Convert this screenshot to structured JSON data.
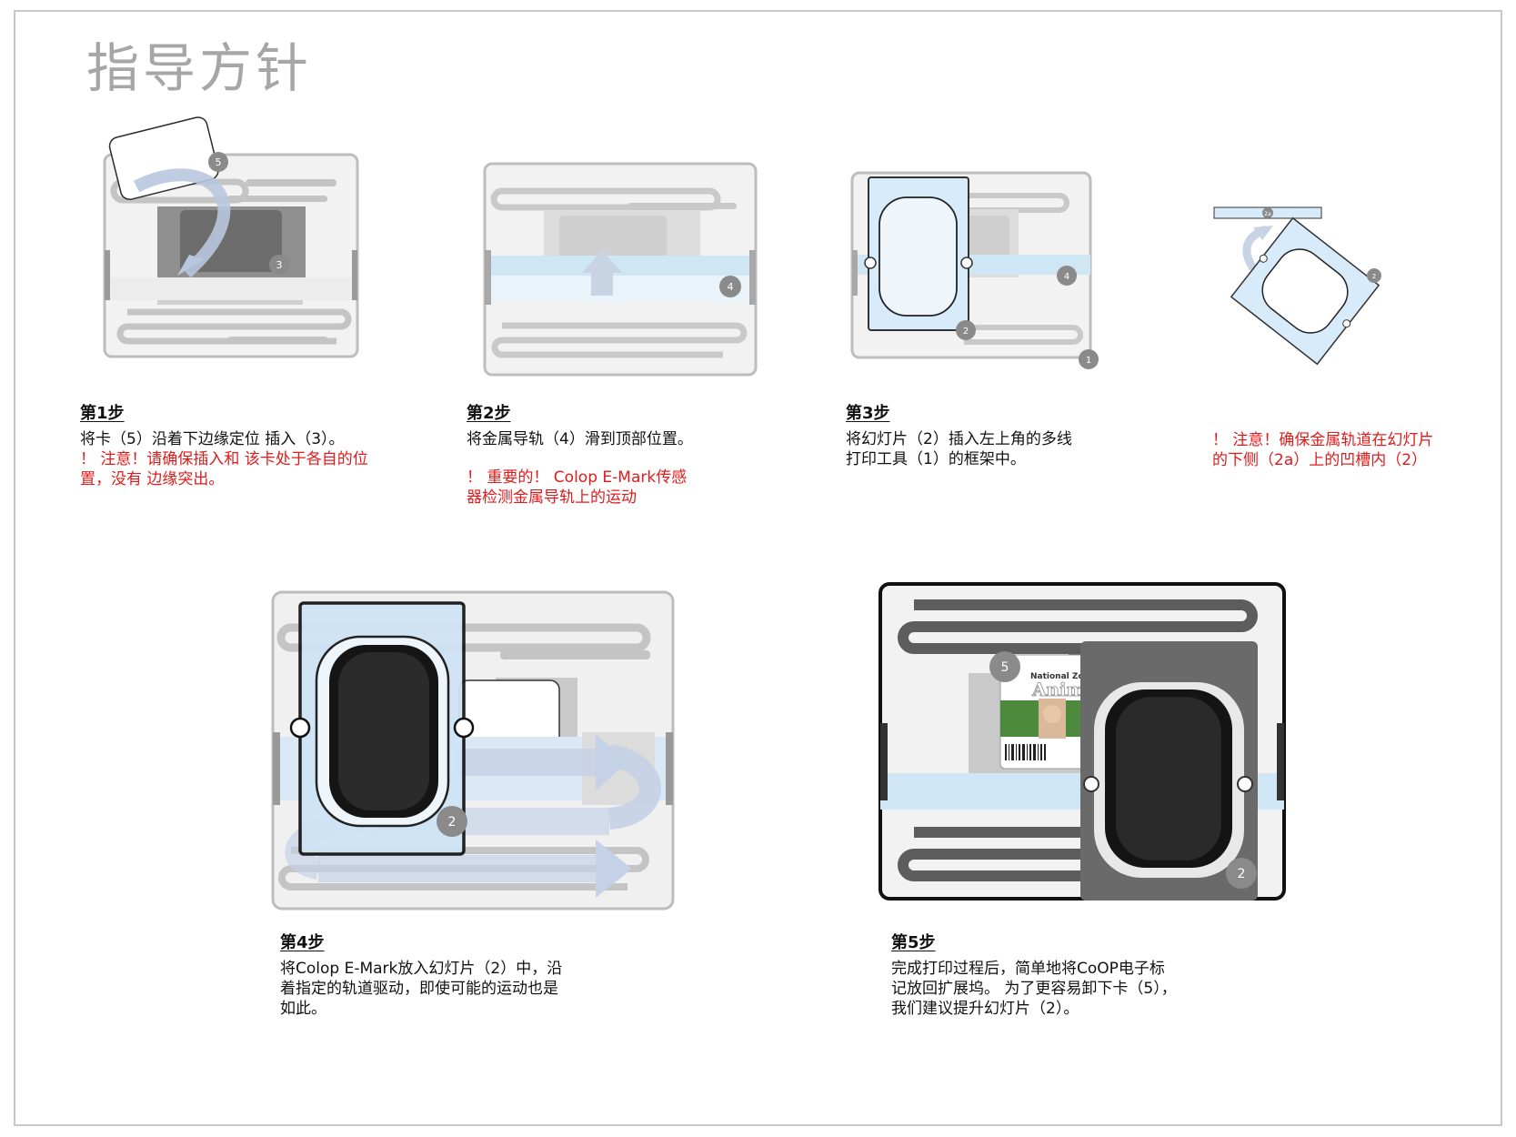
{
  "page": {
    "title": "指导方针"
  },
  "steps": [
    {
      "heading": "第1步",
      "text": "将卡（5）沿着下边缘定位 插入（3）。",
      "warning": "！ 注意！请确保插入和 该卡处于各自的位\n置，没有 边缘突出。"
    },
    {
      "heading": "第2步",
      "text": "将金属导轨（4）滑到顶部位置。",
      "warning": "！ 重要的！ Colop E-Mark传感\n器检测金属导轨上的运动"
    },
    {
      "heading": "第3步",
      "text": "将幻灯片（2）插入左上角的多线\n打印工具（1）的框架中。",
      "warning": ""
    },
    {
      "heading": "",
      "text": "",
      "warning": "！ 注意！确保金属轨道在幻灯片\n的下侧（2a）上的凹槽内（2）"
    },
    {
      "heading": "第4步",
      "text": "将Colop E-Mark放入幻灯片（2）中，沿\n着指定的轨道驱动，即使可能的运动也是\n如此。",
      "warning": ""
    },
    {
      "heading": "第5步",
      "text": "完成打印过程后，简单地将CoOP电子标\n记放回扩展坞。 为了更容易卸下卡（5），\n我们建议提升幻灯片（2）。",
      "warning": ""
    }
  ],
  "callouts": {
    "n1": "1",
    "n2": "2",
    "n2a": "2a",
    "n3": "3",
    "n4": "4",
    "n5": "5"
  },
  "card": {
    "org": "National Zoo",
    "word": "Animal"
  },
  "colors": {
    "warning": "#e01b1b",
    "title": "#a6a6a6",
    "frame": "#c8c8c8",
    "rail": "#cfe6f5",
    "callout": "#8a8a8a"
  }
}
